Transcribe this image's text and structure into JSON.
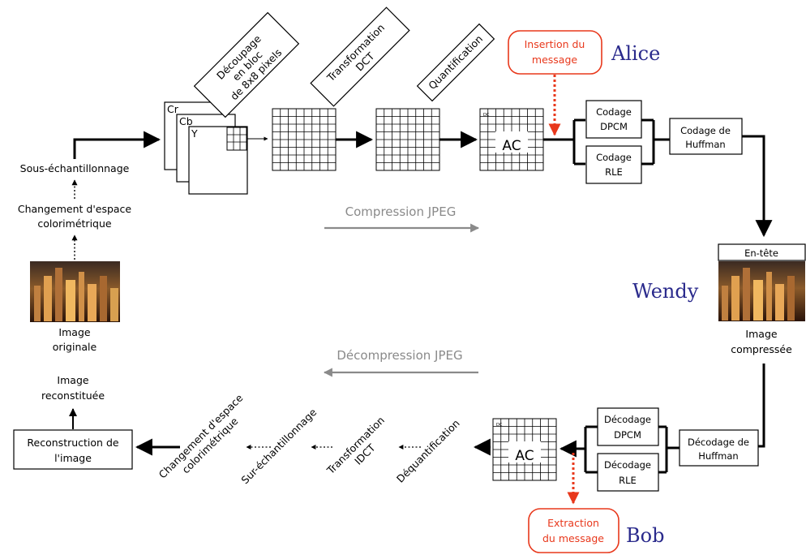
{
  "pipeline": {
    "sampling": "Sous-échantillonnage",
    "colorspace_line1": "Changement d'espace",
    "colorspace_line2": "colorimétrique",
    "original_line1": "Image",
    "original_line2": "originale",
    "channel_cr": "Cr",
    "channel_cb": "Cb",
    "channel_y": "Y",
    "blocking_line1": "Découpage",
    "blocking_line2": "en bloc",
    "blocking_line3": "de 8x8 pixels",
    "dct_line1": "Transformation",
    "dct_line2": "DCT",
    "quantification": "Quantification",
    "dc_label": "DC",
    "ac_label": "AC",
    "insertion_line1": "Insertion du",
    "insertion_line2": "message",
    "alice": "Alice",
    "dpcm_line1": "Codage",
    "dpcm_line2": "DPCM",
    "rle_line1": "Codage",
    "rle_line2": "RLE",
    "huffman_line1": "Codage de",
    "huffman_line2": "Huffman",
    "compression_title": "Compression JPEG",
    "header_label": "En-tête",
    "wendy": "Wendy",
    "compressed_line1": "Image",
    "compressed_line2": "compressée"
  },
  "decode": {
    "decompression_title": "Décompression JPEG",
    "huffman_line1": "Décodage de",
    "huffman_line2": "Huffman",
    "dpcm_line1": "Décodage",
    "dpcm_line2": "DPCM",
    "rle_line1": "Décodage",
    "rle_line2": "RLE",
    "dc_label": "DC",
    "ac_label": "AC",
    "extraction_line1": "Extraction",
    "extraction_line2": "du message",
    "bob": "Bob",
    "dequant": "Déquantification",
    "idct_line1": "Transformation",
    "idct_line2": "IDCT",
    "upsampling": "Sur-échantillonnage",
    "colorspace_line1": "Changement d'espace",
    "colorspace_line2": "colorimétrique",
    "reconstruction_line1": "Reconstruction de",
    "reconstruction_line2": "l'image",
    "reconstructed_line1": "Image",
    "reconstructed_line2": "reconstituée"
  },
  "colors": {
    "flow": "#000000",
    "title_gray": "#8a8a8a",
    "steg_red": "#e8381c",
    "persona_blue": "#2a2a8c"
  }
}
